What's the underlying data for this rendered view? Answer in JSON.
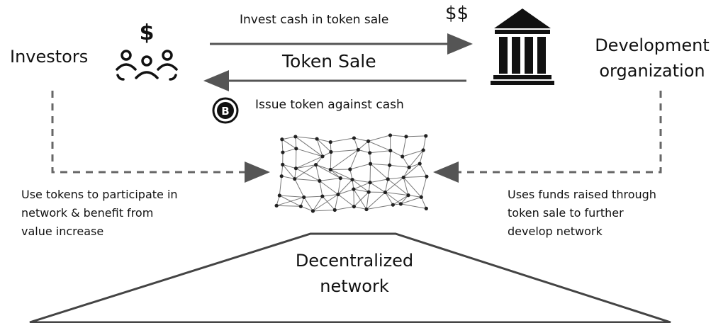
{
  "investors": {
    "label": "Investors"
  },
  "development": {
    "label_line1": "Development",
    "label_line2": "organization"
  },
  "top_flow": {
    "currency_symbol": "$$",
    "invest_text": "Invest cash in token sale",
    "token_sale_text": "Token Sale",
    "issue_text": "Issue token against cash"
  },
  "left_note": {
    "line1": "Use tokens to participate in",
    "line2": "network & benefit from",
    "line3": "value increase"
  },
  "right_note": {
    "line1": "Uses funds raised through",
    "line2": "token sale to further",
    "line3": "develop network"
  },
  "network": {
    "label_line1": "Decentralized",
    "label_line2": "network"
  },
  "icons": {
    "investors": "people-with-dollar-icon",
    "organization": "bank-building-icon",
    "coin": "bitcoin-coin-icon",
    "network": "mesh-network-icon"
  }
}
